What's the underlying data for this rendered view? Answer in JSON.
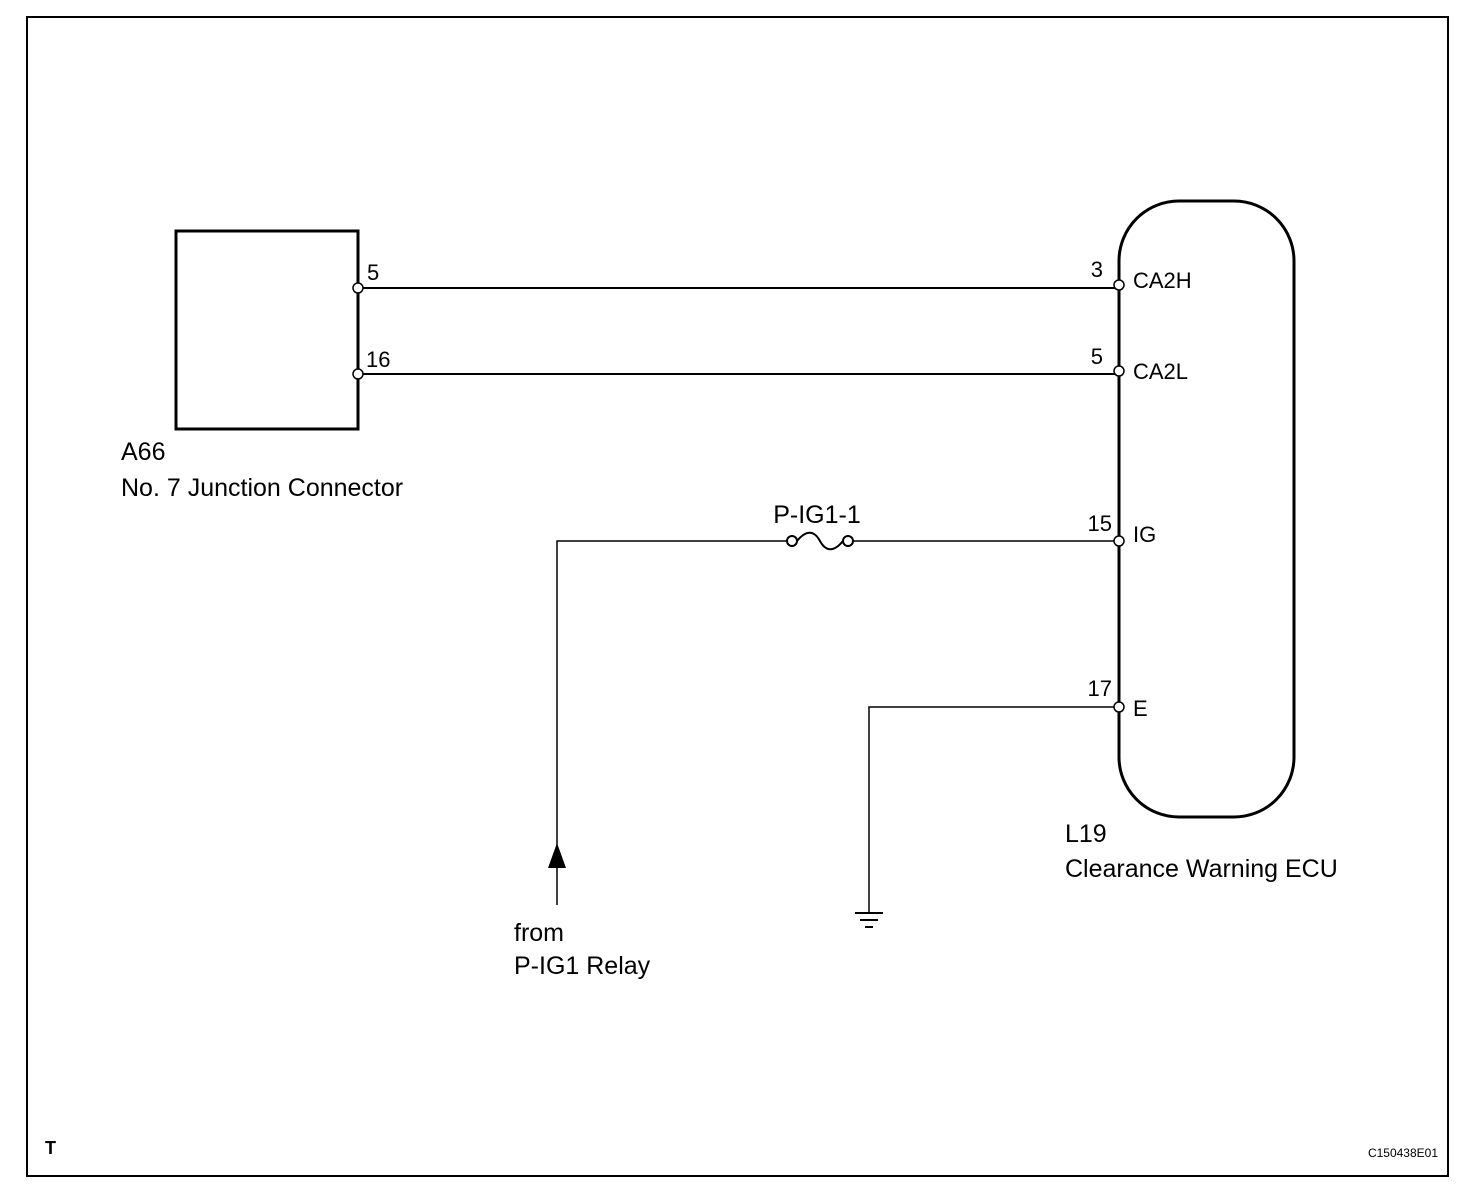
{
  "connector_a66": {
    "code": "A66",
    "name": "No. 7 Junction Connector",
    "pins": {
      "p5": "5",
      "p16": "16"
    }
  },
  "ecu_l19": {
    "code": "L19",
    "name": "Clearance Warning ECU",
    "pins": {
      "ca2h": {
        "number": "3",
        "name": "CA2H"
      },
      "ca2l": {
        "number": "5",
        "name": "CA2L"
      },
      "ig": {
        "number": "15",
        "name": "IG"
      },
      "e": {
        "number": "17",
        "name": "E"
      }
    }
  },
  "fuse": {
    "label": "P-IG1-1"
  },
  "source": {
    "line1": "from",
    "line2": "P-IG1 Relay"
  },
  "ground": {
    "icon": "ground-icon"
  },
  "footer": {
    "corner_mark": "T",
    "figure_id": "C150438E01"
  }
}
